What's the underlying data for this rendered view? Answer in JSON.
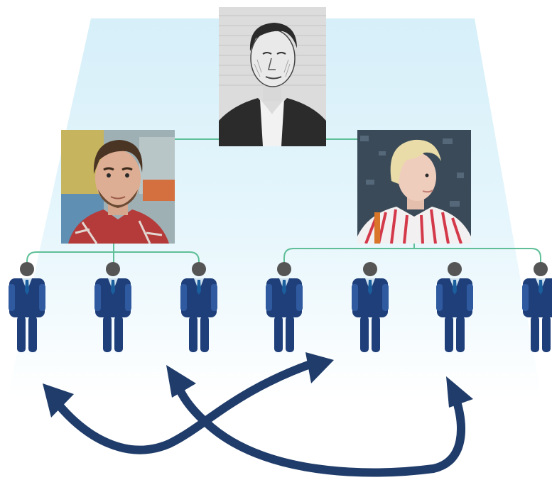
{
  "diagram": {
    "kind": "organization-hierarchy",
    "levels": [
      {
        "role": "leader",
        "count": 1,
        "depiction": "engraved-portrait"
      },
      {
        "role": "manager",
        "count": 2,
        "depiction": "photo-portrait"
      },
      {
        "role": "employee",
        "count": 7,
        "depiction": "person-icon"
      }
    ],
    "groups": [
      {
        "manager": "manager-left",
        "members": [
          1,
          2,
          3
        ]
      },
      {
        "manager": "manager-right",
        "members": [
          4,
          5,
          6,
          7
        ]
      }
    ],
    "cross_links": [
      {
        "from": 6,
        "to": 1,
        "style": "curved-arrow"
      },
      {
        "from": 2,
        "to": 5,
        "style": "curved-arrow"
      }
    ],
    "colors": {
      "background_band": "#dff3fb",
      "connector": "#5fbf98",
      "person_suit": "#1f3f7a",
      "person_suit_light": "#2f5aa0",
      "person_head": "#555555",
      "person_shirt": "#cfe3f1",
      "person_tie": "#1b5e9e",
      "arrow": "#203c6a"
    },
    "icons": [
      "engraved-portrait-icon",
      "man-photo-icon",
      "woman-photo-icon",
      "person-icon",
      "curved-arrow-icon"
    ]
  }
}
